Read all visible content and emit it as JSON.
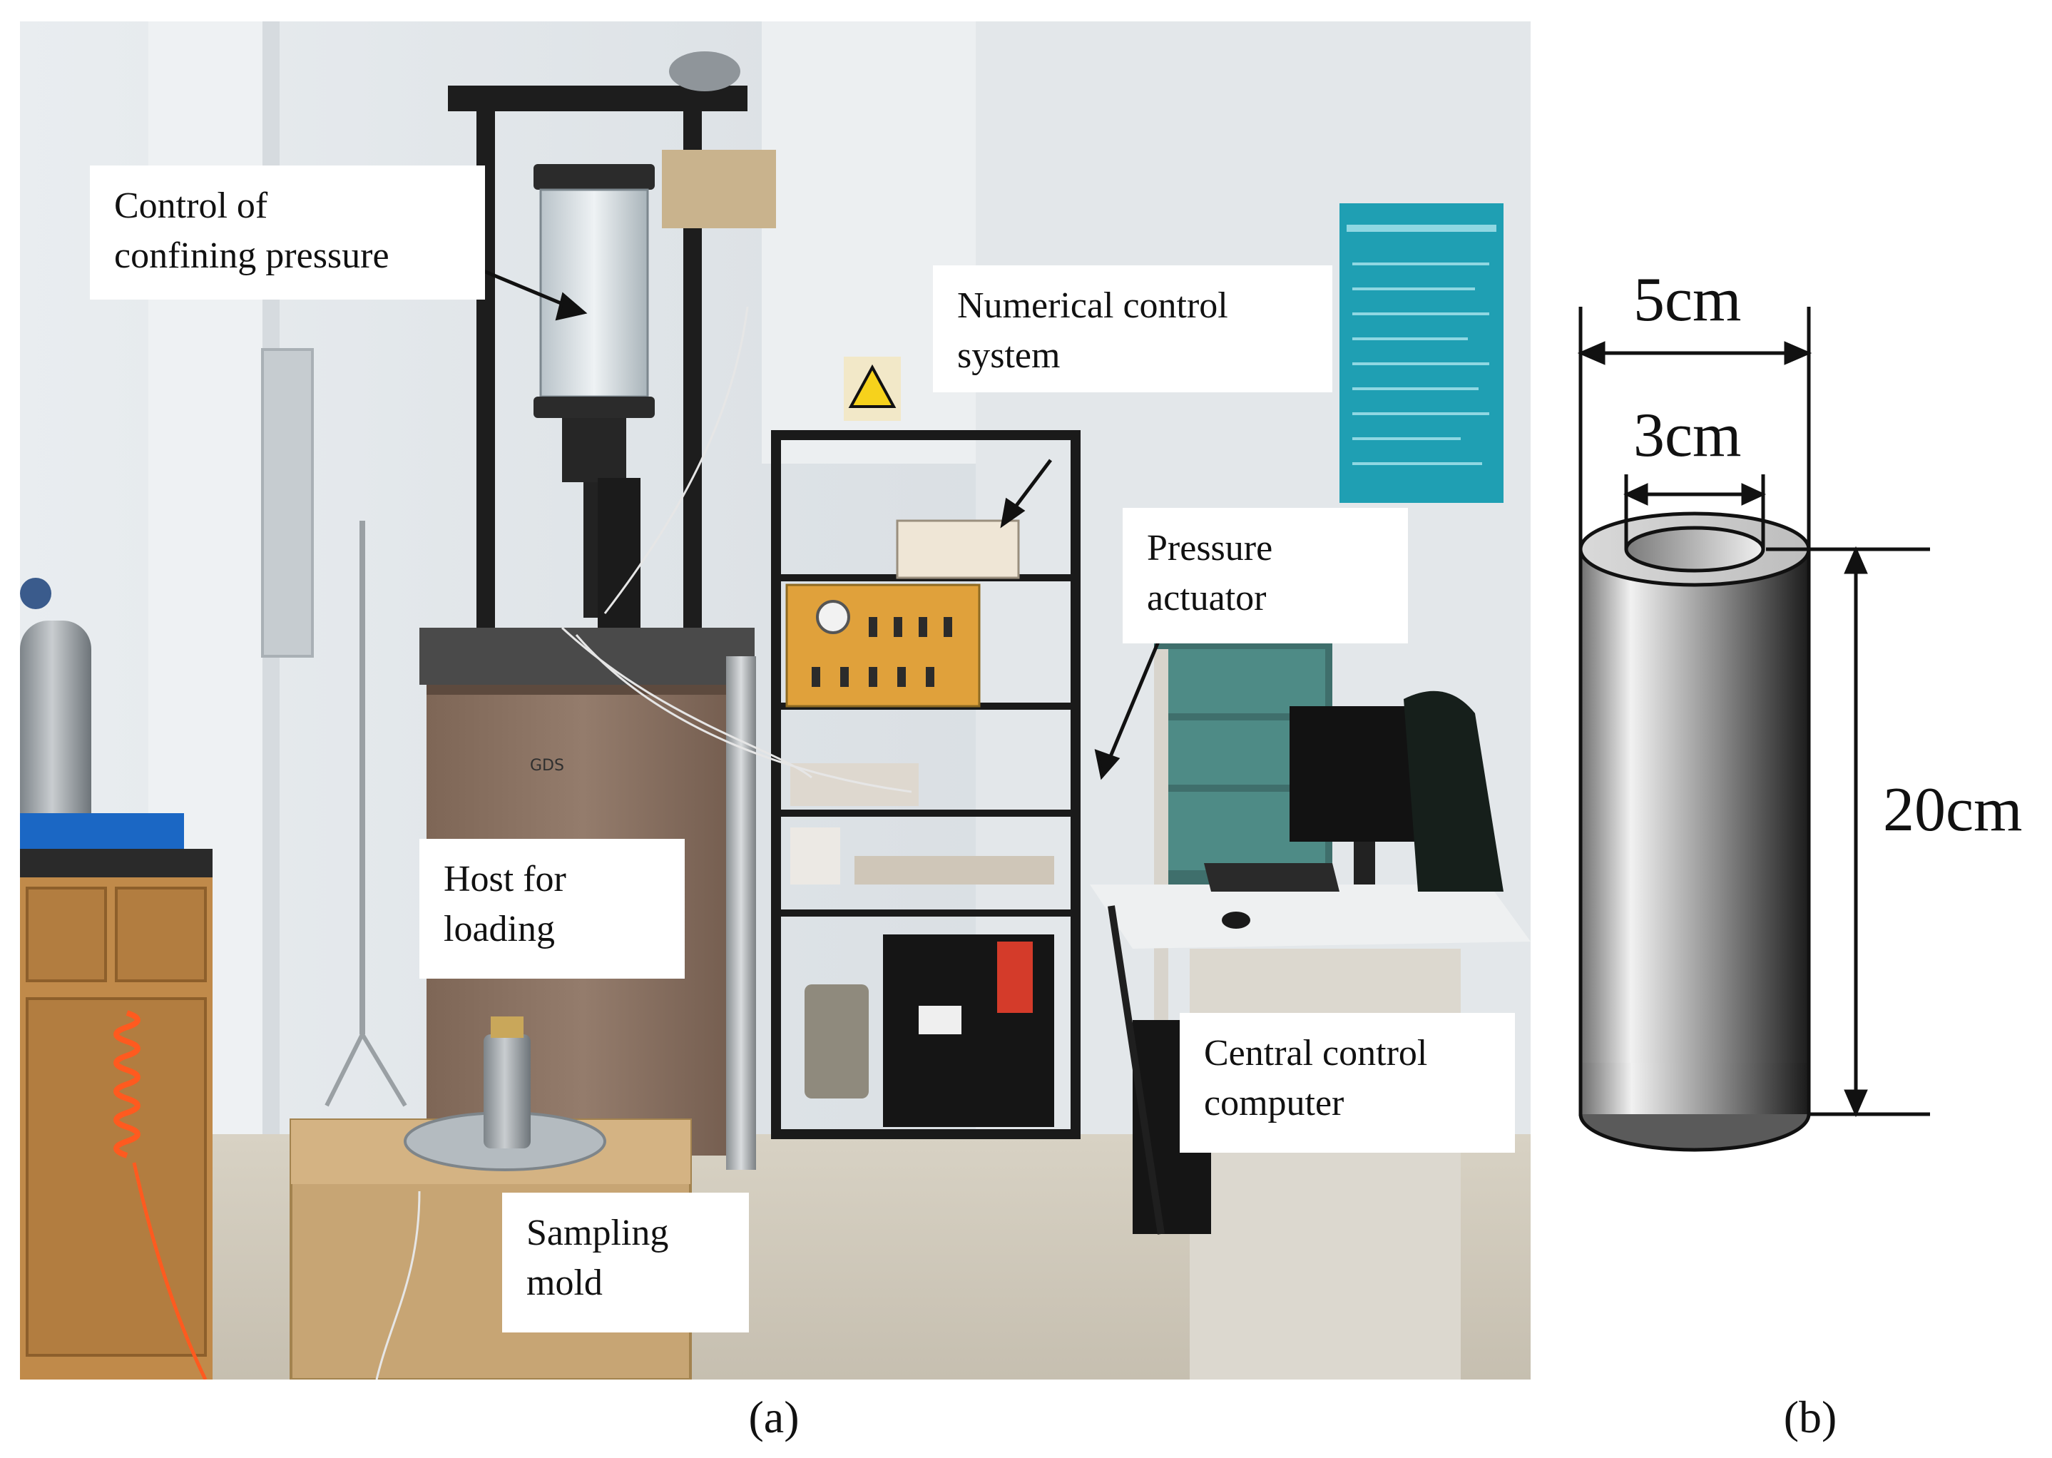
{
  "photo_panel": {
    "label": "(a)",
    "callouts": {
      "confining_pressure": "Control of\nconfining pressure",
      "numerical_control": "Numerical control\nsystem",
      "pressure_actuator": "Pressure\nactuator",
      "host_loading": "Host  for\nloading",
      "central_computer": "Central control\ncomputer",
      "sampling_mold": "Sampling\nmold"
    }
  },
  "diagram_panel": {
    "label": "(b)",
    "outer_diameter": "5cm",
    "inner_diameter": "3cm",
    "height": "20cm"
  },
  "colors": {
    "wall": "#dfe3e6",
    "floor": "#cfc8b9",
    "host_body": "#8d7565",
    "control_board": "#e0a13b",
    "poster": "#1f9fb3",
    "cylinder_light": "#f1f1f1",
    "cylinder_dark": "#1c1c1c"
  }
}
